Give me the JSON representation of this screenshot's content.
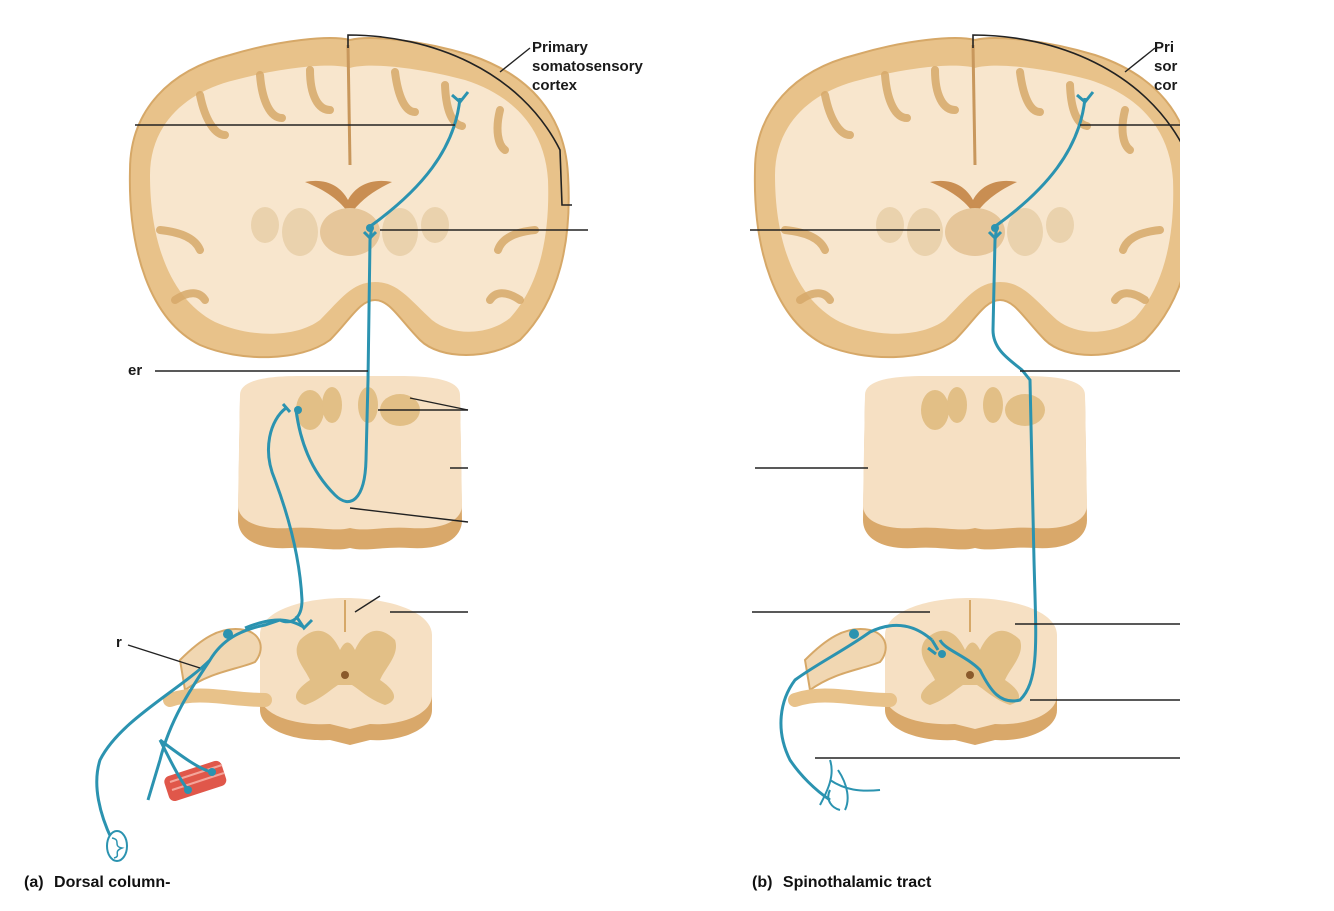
{
  "panel_a": {
    "cortex_label": [
      "Primary",
      "somatosensory",
      "cortex"
    ],
    "fragment_er": "er",
    "fragment_r": "r",
    "caption_letter": "(a)",
    "caption_text": "Dorsal column-"
  },
  "panel_b": {
    "cortex_label": [
      "Pri",
      "sor",
      "cor"
    ],
    "caption_letter": "(b)",
    "caption_text": "Spinothalamic tract"
  },
  "colors": {
    "tissue": "#e8c28a",
    "white_matter": "#f8e6cd",
    "gray_matter": "#ead2ad",
    "neuron": "#2b93b0",
    "muscle": "#e0574a"
  }
}
